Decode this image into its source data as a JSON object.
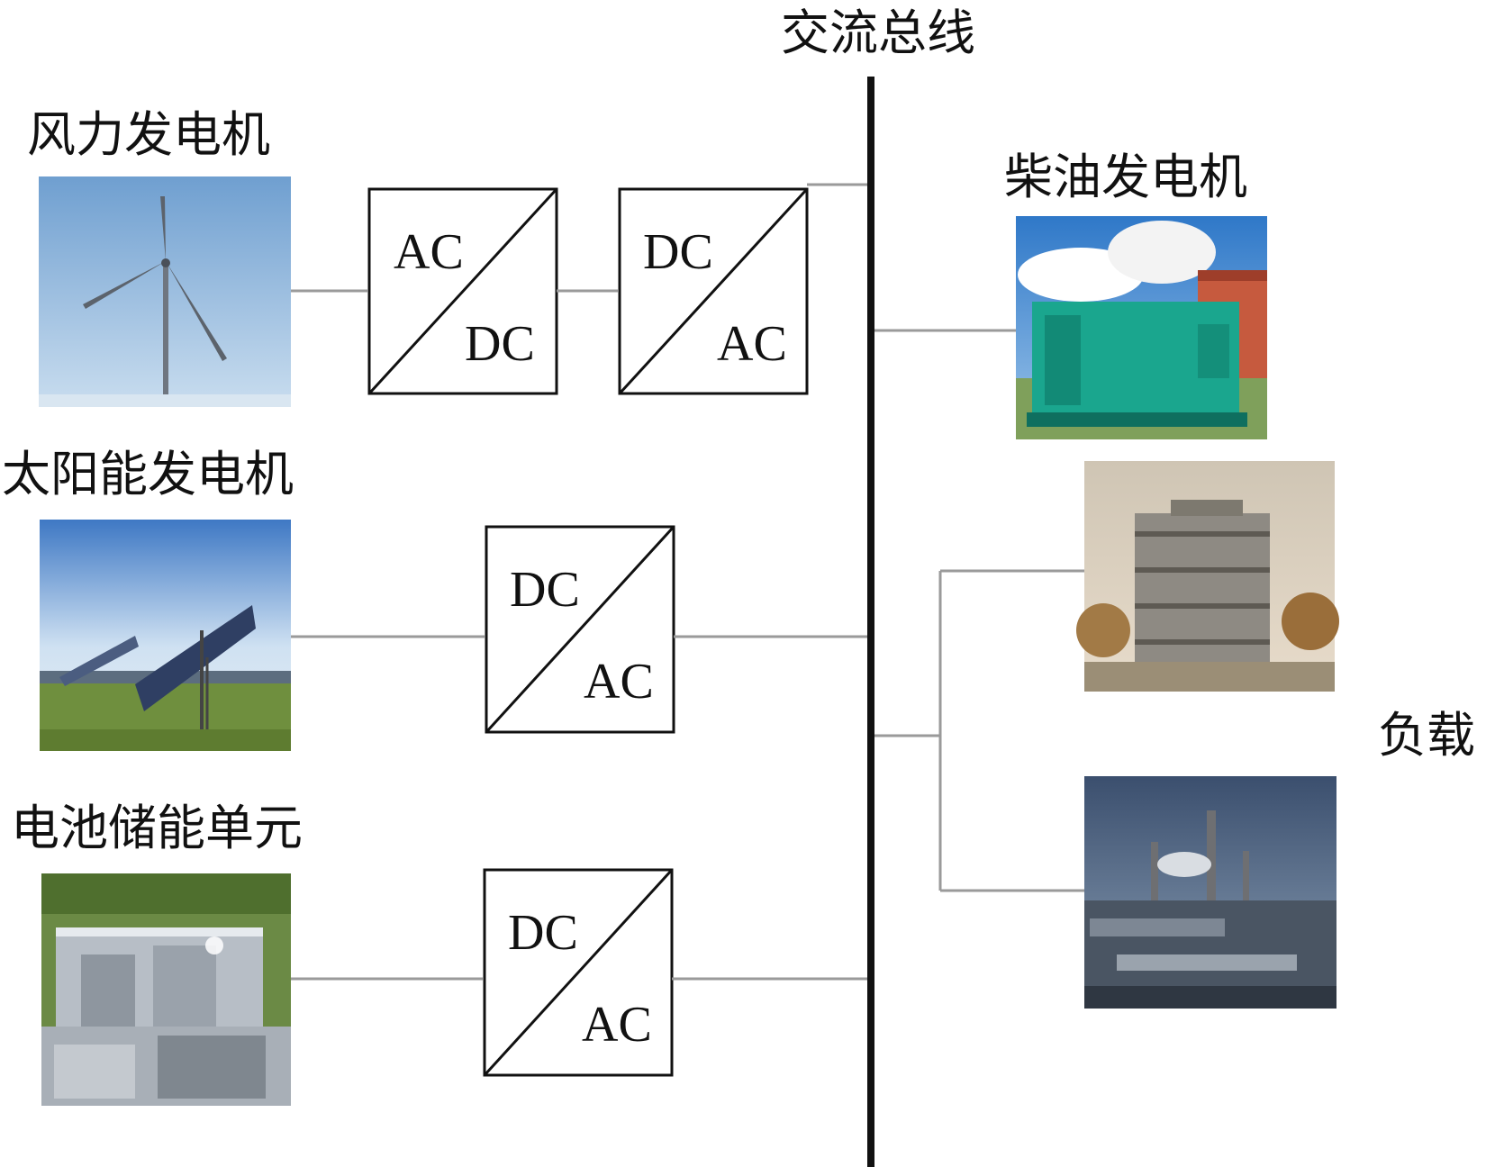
{
  "bus": {
    "label": "交流总线"
  },
  "sources": {
    "wind": {
      "label": "风力发电机",
      "conv1": [
        "AC",
        "DC"
      ],
      "conv2": [
        "DC",
        "AC"
      ]
    },
    "solar": {
      "label": "太阳能发电机",
      "conv": [
        "DC",
        "AC"
      ]
    },
    "battery": {
      "label": "电池储能单元",
      "conv": [
        "DC",
        "AC"
      ]
    }
  },
  "diesel": {
    "label": "柴油发电机"
  },
  "loads": {
    "label": "负载"
  },
  "colors": {
    "bus": "#111111",
    "wire": "#9a9a9a",
    "sky": "#8fb8de",
    "generator": "#1aa68e"
  }
}
